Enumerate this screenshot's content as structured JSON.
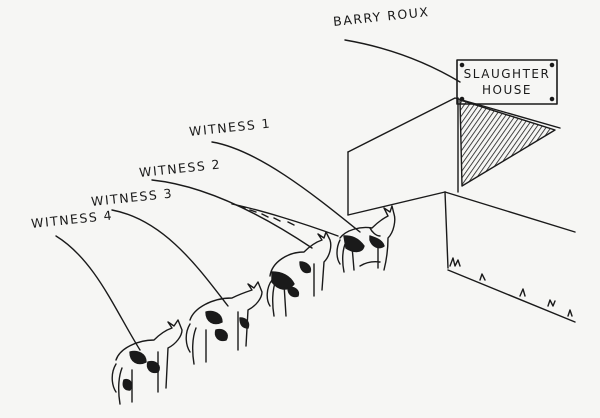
{
  "cartoon": {
    "caption_barry": "BARRY ROUX",
    "sign_line1": "SLAUGHTER",
    "sign_line2": "HOUSE",
    "witness1": "WITNESS 1",
    "witness2": "WITNESS 2",
    "witness3": "WITNESS 3",
    "witness4": "WITNESS 4"
  },
  "colors": {
    "ink": "#1a1a1a",
    "paper": "#f6f6f4"
  }
}
